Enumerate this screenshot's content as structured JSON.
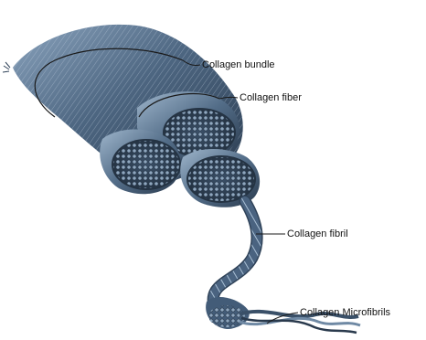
{
  "labels": {
    "bundle": "Collagen bundle",
    "fiber": "Collagen fiber",
    "fibril": "Collagen fibril",
    "microfibrils": "Collagen Microfibrils"
  },
  "colors": {
    "background": "#ffffff",
    "fiber_dark": "#2f4258",
    "fiber_mid": "#4d6681",
    "fiber_light": "#9db3c9",
    "leader_line": "#1a1a1a"
  }
}
